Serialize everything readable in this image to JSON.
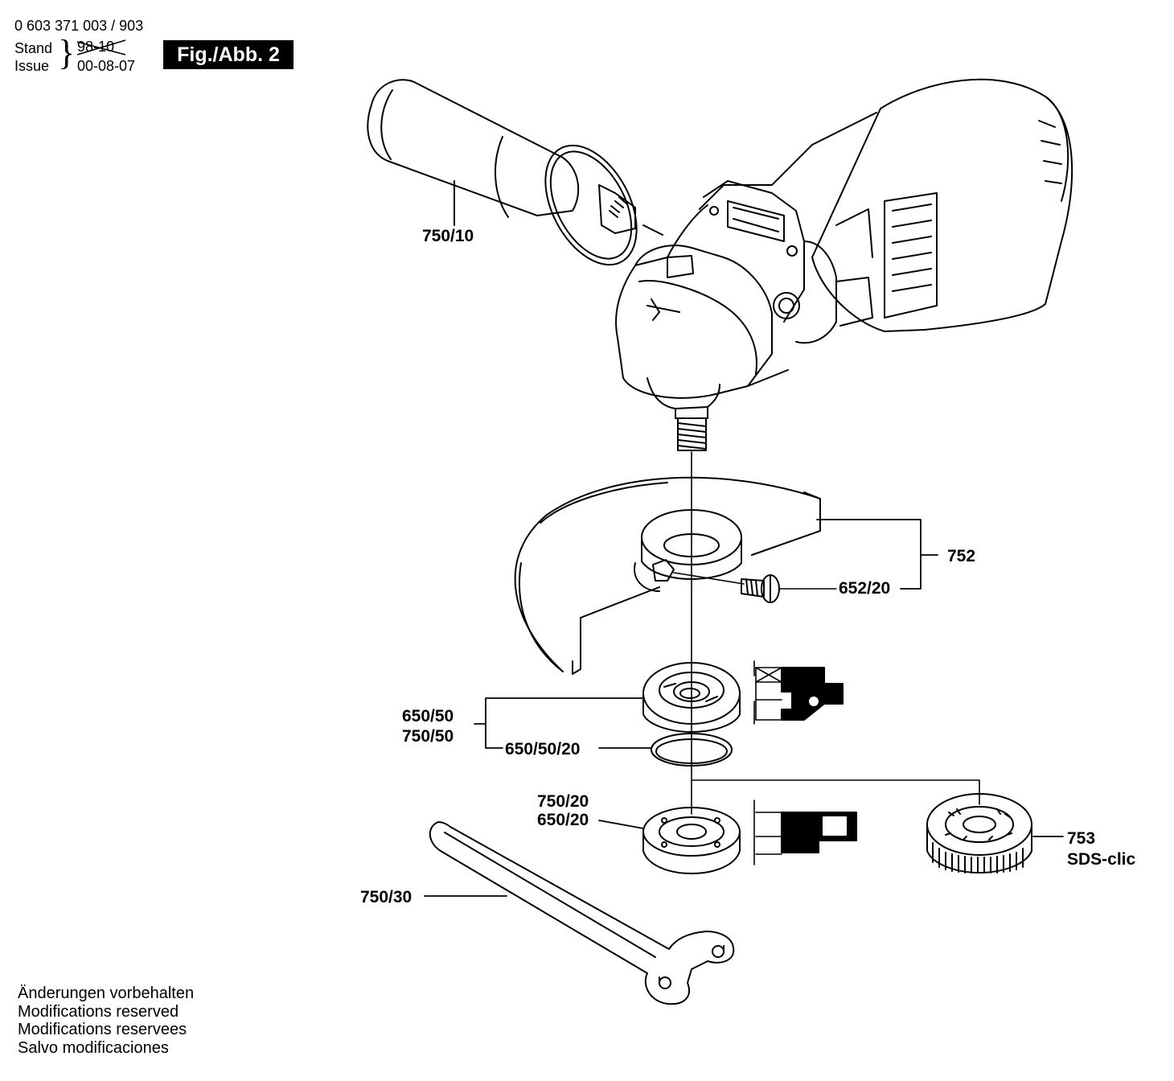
{
  "header": {
    "doc_number": "0 603 371 003 / 903",
    "stand_label": "Stand",
    "issue_label": "Issue",
    "stand_date_old": "98-10",
    "issue_date": "00-08-07",
    "figure_label": "Fig./Abb. 2"
  },
  "parts": [
    {
      "id": "side-handle",
      "label": "750/10"
    },
    {
      "id": "guard",
      "label": "752"
    },
    {
      "id": "guard-screw",
      "label": "652/20"
    },
    {
      "id": "flange-a",
      "label": "650/50"
    },
    {
      "id": "flange-b",
      "label": "750/50"
    },
    {
      "id": "o-ring",
      "label": "650/50/20"
    },
    {
      "id": "nut-a",
      "label": "750/20"
    },
    {
      "id": "nut-b",
      "label": "650/20"
    },
    {
      "id": "sds-number",
      "label": "753"
    },
    {
      "id": "sds-name",
      "label": "SDS-clic"
    },
    {
      "id": "spanner",
      "label": "750/30"
    }
  ],
  "notes": [
    "Änderungen vorbehalten",
    "Modifications reserved",
    "Modifications reservees",
    "Salvo modificaciones"
  ]
}
